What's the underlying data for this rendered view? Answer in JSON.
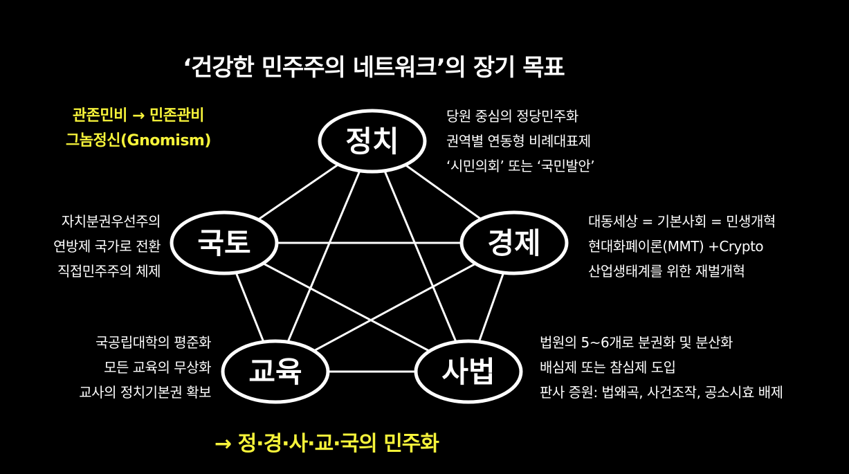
{
  "title": "‘건강한 민주주의 네트워크’의 장기 목표",
  "top_left_note": [
    "관존민비 → 민존관비",
    "그놈정신(Gnomism)"
  ],
  "nodes": {
    "politics": "정치",
    "economy": "경제",
    "judiciary": "사법",
    "education": "교육",
    "territory": "국토"
  },
  "politics_notes": [
    "당원 중심의 정당민주화",
    "권역별 연동형 비례대표제",
    "‘시민의회’ 또는 ‘국민발안’"
  ],
  "economy_notes": [
    "대동세상 = 기본사회 = 민생개혁",
    "현대화폐이론(MMT) +Crypto",
    "산업생태계를 위한 재벌개혁"
  ],
  "territory_notes": [
    "자치분권우선주의",
    "연방제 국가로 전환",
    "직접민주주의 체제"
  ],
  "education_notes": [
    "국공립대학의 평준화",
    "모든 교육의 무상화",
    "교사의 정치기본권 확보"
  ],
  "judiciary_notes": [
    "법원의 5~6개로 분권화 및 분산화",
    "배심제 또는 참심제 도입",
    "판사 증원: 법왜곡, 사건조작, 공소시효 배제"
  ],
  "footer": "→ 정·경·사·교·국의 민주화",
  "colors": {
    "background": "#000000",
    "text": "#ffffff",
    "highlight": "#f6f33a"
  }
}
